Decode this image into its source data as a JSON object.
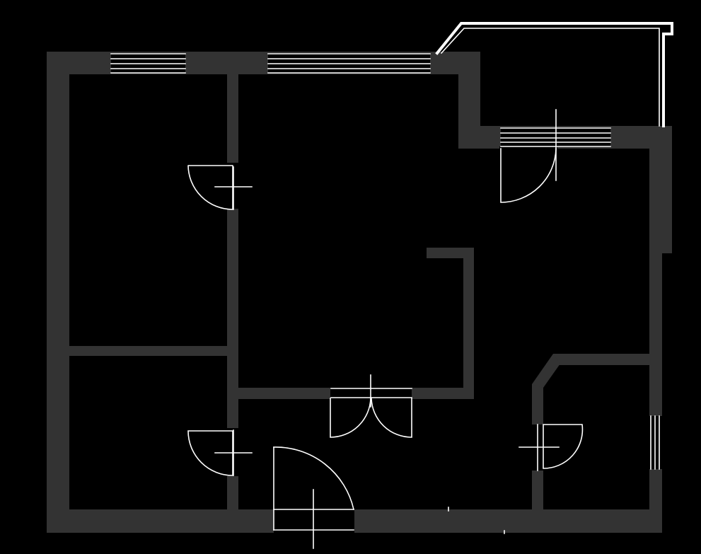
{
  "floor_plan": {
    "background_color": "#000000",
    "wall_color": "#333333",
    "line_color": "#ffffff",
    "rooms": [
      "bedroom-left-upper",
      "bedroom-left-lower",
      "living-room",
      "balcony",
      "hallway",
      "bathroom"
    ],
    "doors": [
      "door-bedroom-upper",
      "door-bedroom-lower",
      "door-living-double",
      "door-entrance",
      "door-balcony",
      "door-bathroom"
    ],
    "windows": [
      "window-top-left",
      "window-top-center",
      "window-balcony",
      "window-right-small"
    ]
  }
}
